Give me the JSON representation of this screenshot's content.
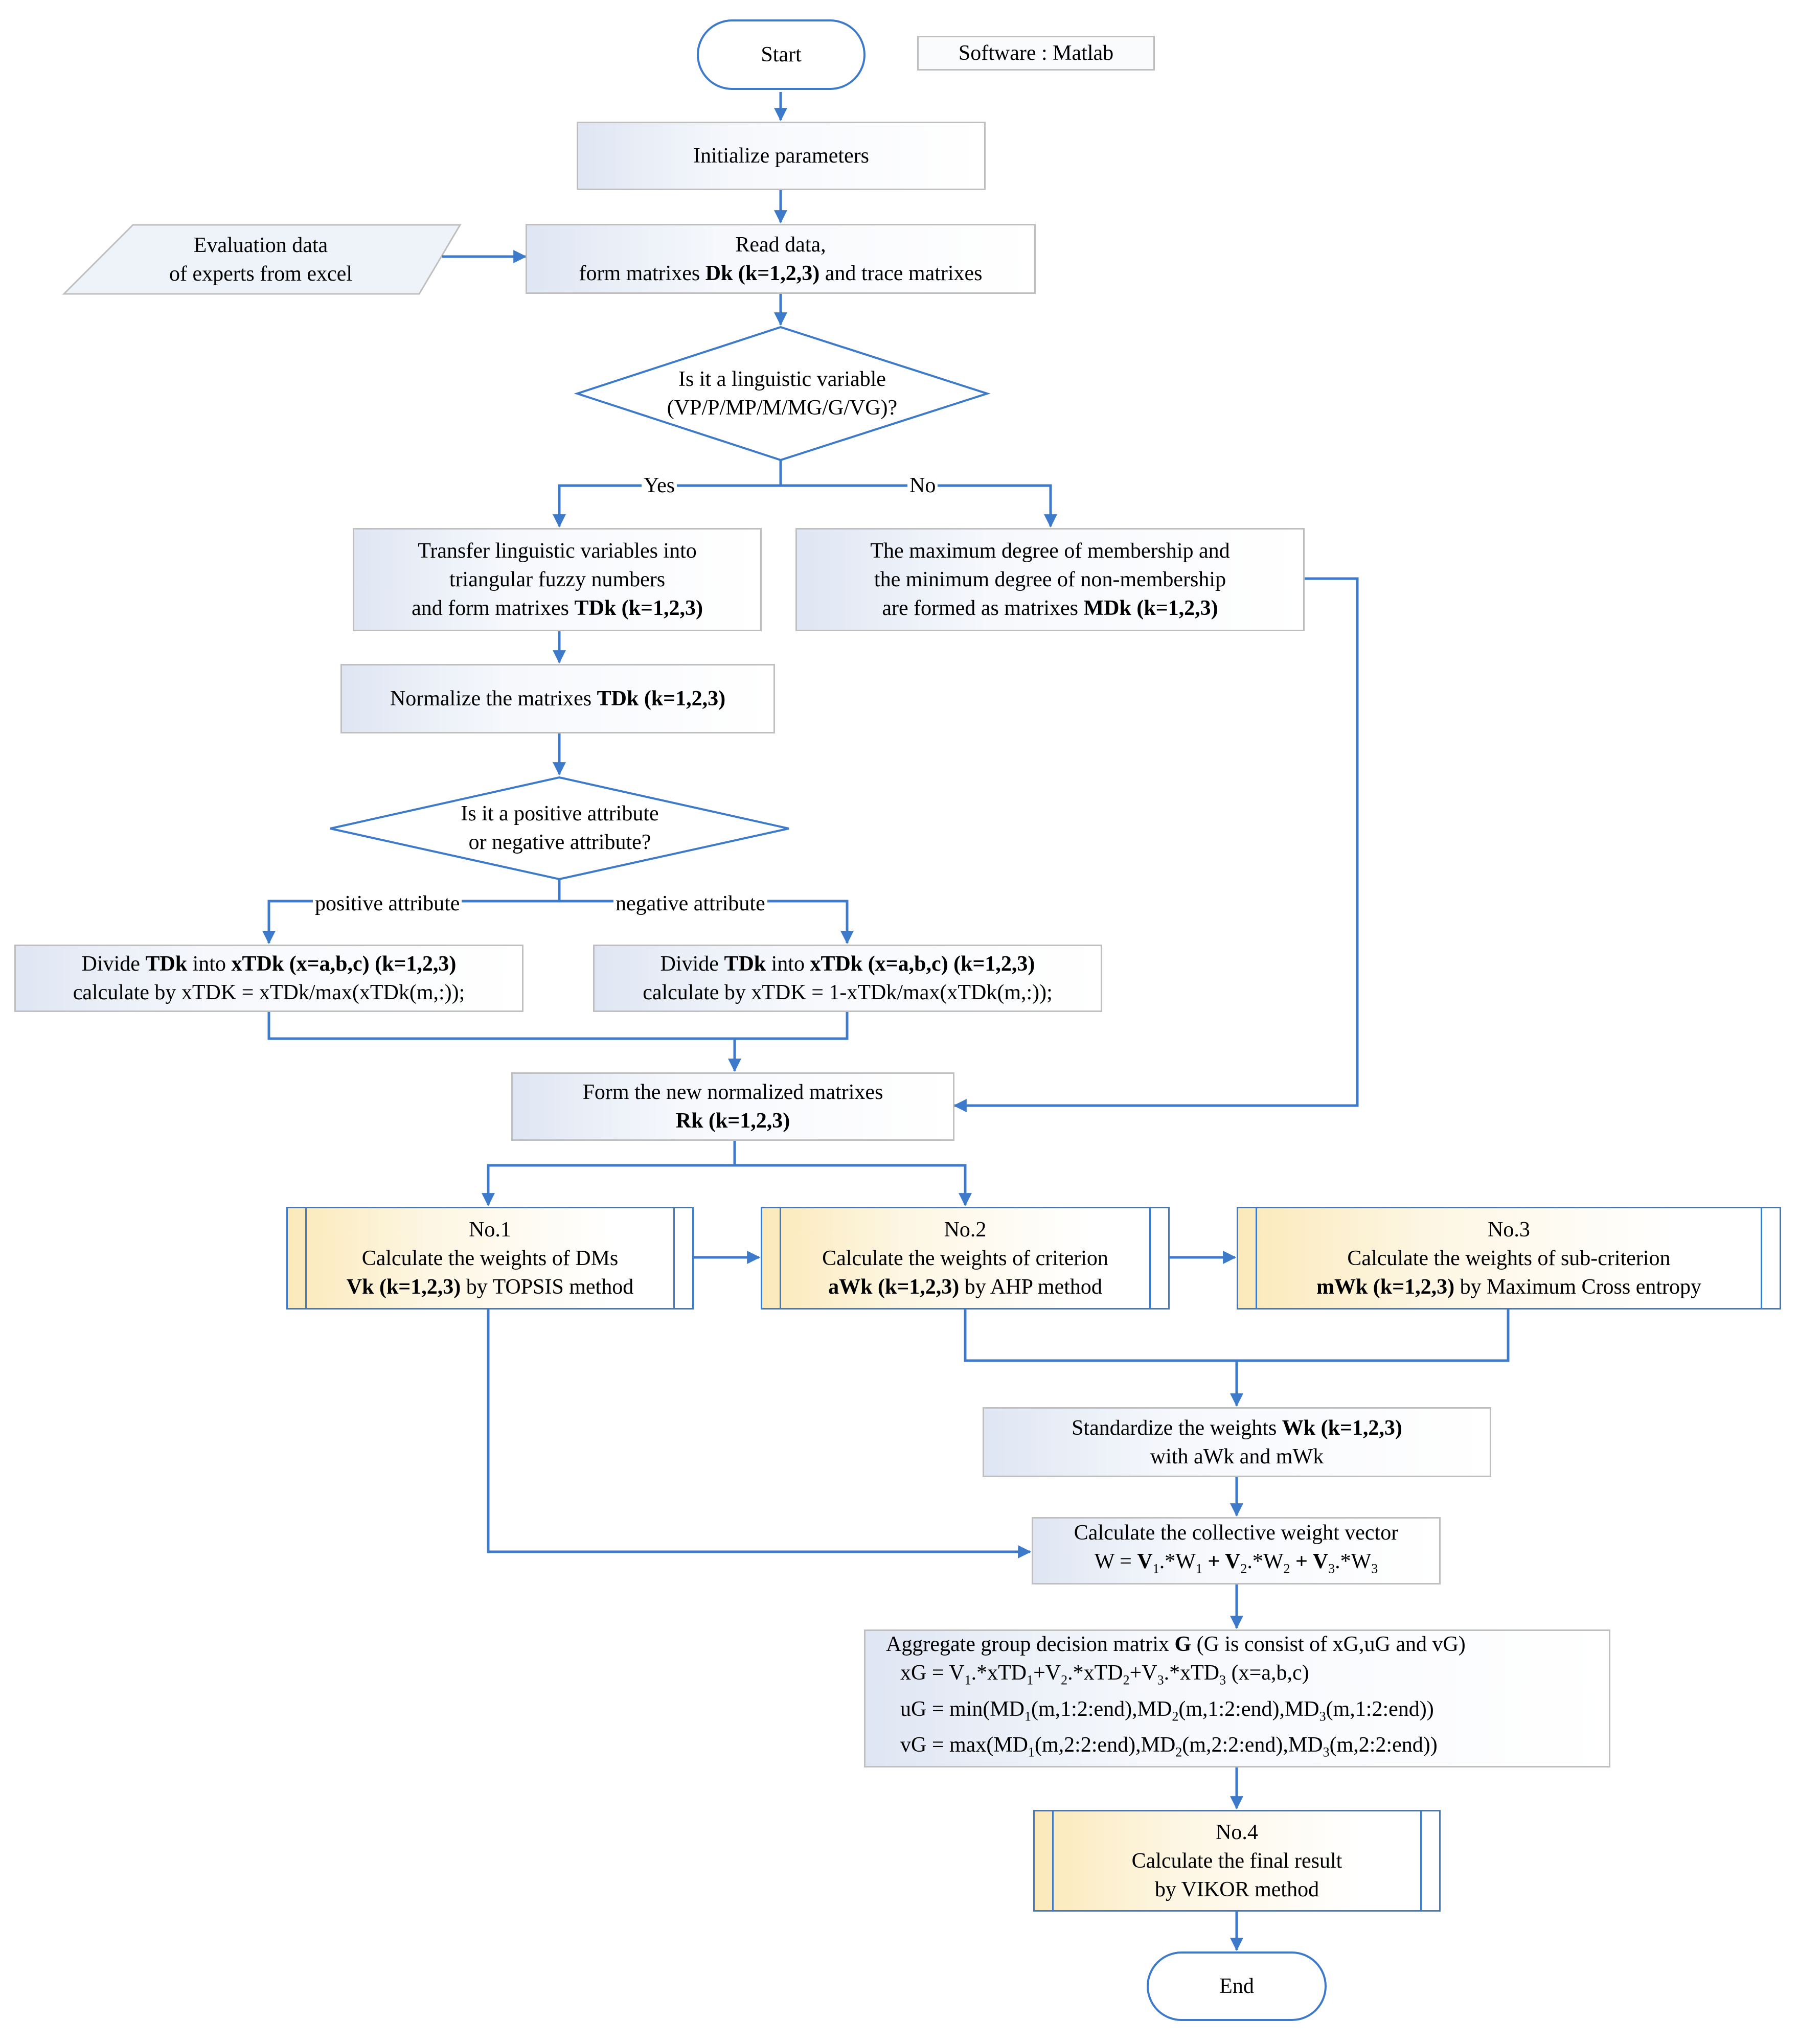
{
  "start": "Start",
  "software": "Software : Matlab",
  "init": "Initialize parameters",
  "input": [
    "Evaluation data",
    "of experts from excel"
  ],
  "read": {
    "line1": "Read data,",
    "a": "form matrixes ",
    "b": "Dk (k=1,2,3)",
    "c": " and trace matrixes"
  },
  "q1": [
    "Is it a linguistic variable",
    "(VP/P/MP/M/MG/G/VG)?"
  ],
  "yes": "Yes",
  "no": "No",
  "transfer": {
    "line1": "Transfer linguistic variables into",
    "line2": "triangular fuzzy numbers",
    "a": "and form matrixes ",
    "b": "TDk (k=1,2,3)"
  },
  "maxdeg": {
    "line1": "The maximum degree of membership and",
    "line2": "the minimum degree of non-membership",
    "a": "are formed as matrixes ",
    "b": "MDk (k=1,2,3)"
  },
  "normalize": {
    "a": "Normalize the matrixes ",
    "b": "TDk (k=1,2,3)"
  },
  "q2": [
    "Is it a positive attribute",
    "or negative attribute?"
  ],
  "pos_label": "positive attribute",
  "neg_label": "negative attribute",
  "divpos": {
    "a": "Divide ",
    "b": "TDk",
    "c": " into ",
    "d": "xTDk (x=a,b,c) (k=1,2,3)",
    "line2": "calculate by  xTDK = xTDk/max(xTDk(m,:));"
  },
  "divneg": {
    "a": "Divide ",
    "b": "TDk",
    "c": "  into ",
    "d": "xTDk (x=a,b,c) (k=1,2,3)",
    "line2": "calculate by  xTDK = 1-xTDk/max(xTDk(m,:));"
  },
  "formnew": {
    "line1": "Form the new normalized matrixes",
    "b": "Rk (k=1,2,3)"
  },
  "no1": {
    "title": "No.1",
    "line2": "Calculate the weights of DMs",
    "b": "Vk (k=1,2,3)",
    "c": " by TOPSIS method"
  },
  "no2": {
    "title": "No.2",
    "line2": "Calculate the weights of  criterion",
    "b": "aWk (k=1,2,3)",
    "c": " by AHP method"
  },
  "no3": {
    "title": "No.3",
    "line2": "Calculate the weights of  sub-criterion",
    "b": "mWk (k=1,2,3)",
    "c": " by Maximum Cross entropy"
  },
  "standardize": {
    "a": "Standardize the weights ",
    "b": "Wk (k=1,2,3)",
    "line2": "with aWk and mWk"
  },
  "collective": {
    "line1": "Calculate the collective weight vector",
    "f1": "W = ",
    "f2": "V",
    "f3": "1",
    "f4": ".*W",
    "f5": "1",
    "f6": " + ",
    "f7": "V",
    "f8": "2",
    "f9": ".*W",
    "f10": "2",
    "f11": " + ",
    "f12": "V",
    "f13": "3",
    "f14": ".*W",
    "f15": "3"
  },
  "aggregate": {
    "a": "Aggregate group decision matrix ",
    "b": "G",
    "c": " (G is consist of xG,uG and vG)",
    "xg": [
      "xG = V",
      "1",
      ".*xTD",
      "1",
      "+V",
      "2",
      ".*xTD",
      "2",
      "+V",
      "3",
      ".*xTD",
      "3",
      " (x=a,b,c)"
    ],
    "ug": [
      "uG = min(MD",
      "1",
      "(m,1:2:end),MD",
      "2",
      "(m,1:2:end),MD",
      "3",
      "(m,1:2:end))"
    ],
    "vg": [
      "vG = max(MD",
      "1",
      "(m,2:2:end),MD",
      "2",
      "(m,2:2:end),MD",
      "3",
      "(m,2:2:end))"
    ]
  },
  "no4": {
    "title": "No.4",
    "line2": "Calculate the final result",
    "line3": "by VIKOR method"
  },
  "end": "End",
  "colors": {
    "line": "#3d7ac9",
    "box_border": "#bfbfbf",
    "box_fill": "#e3e9f4",
    "subprocess_fill": "#fbe9b9"
  }
}
